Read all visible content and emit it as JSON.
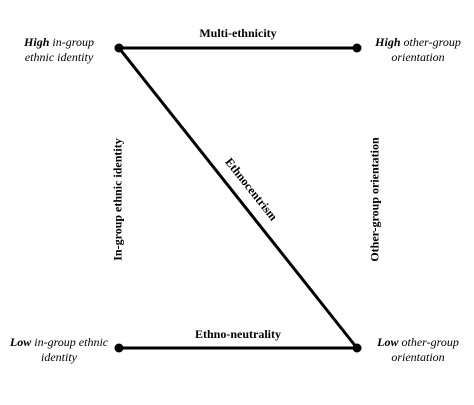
{
  "corners": {
    "top_left": {
      "strong": "High",
      "line1_rest": " in-group",
      "line2": "ethnic identity"
    },
    "top_right": {
      "strong": "High",
      "line1_rest": " other-group",
      "line2": "orientation"
    },
    "bottom_left": {
      "strong": "Low",
      "line1_rest": " in-group ethnic",
      "line2": "identity"
    },
    "bottom_right": {
      "strong": "Low",
      "line1_rest": " other-group",
      "line2": "orientation"
    }
  },
  "edges": {
    "top": "Multi-ethnicity",
    "diagonal": "Ethnocentrism",
    "bottom": "Ethno-neutrality"
  },
  "axes": {
    "left": "In-group ethnic identity",
    "right": "Other-group orientation"
  },
  "colors": {
    "line": "#000000",
    "text": "#000000",
    "background": "#ffffff"
  }
}
